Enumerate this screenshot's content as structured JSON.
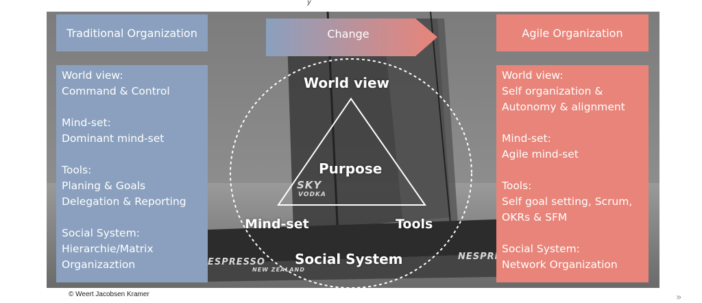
{
  "header_fragment": "y",
  "traditional": {
    "title": "Traditional Organization",
    "sections": [
      {
        "label": "World view:",
        "lines": [
          "Command & Control"
        ]
      },
      {
        "label": "Mind-set:",
        "lines": [
          "Dominant mind-set"
        ]
      },
      {
        "label": "Tools:",
        "lines": [
          "Planing & Goals",
          "Delegation & Reporting"
        ]
      },
      {
        "label": "Social System:",
        "lines": [
          "Hierarchie/Matrix",
          "Organizaztion"
        ]
      }
    ]
  },
  "change": {
    "label": "Change"
  },
  "agile": {
    "title": "Agile Organization",
    "sections": [
      {
        "label": "World view:",
        "lines": [
          "Self organization &",
          "Autonomy & alignment"
        ]
      },
      {
        "label": "Mind-set:",
        "lines": [
          "Agile mind-set"
        ]
      },
      {
        "label": "Tools:",
        "lines": [
          "Self goal setting, Scrum,",
          "OKRs & SFM"
        ]
      },
      {
        "label": "Social System:",
        "lines": [
          "Network Organization"
        ]
      }
    ]
  },
  "center": {
    "world_view": "World view",
    "purpose": "Purpose",
    "mind_set": "Mind-set",
    "tools": "Tools",
    "social_system": "Social System"
  },
  "background_text": {
    "sky_vodka": "SKY",
    "vodka": "VODKA",
    "nespresso_left": "ESPRESSO",
    "nespresso_right": "NESPRESSO",
    "new_zealand": "NEW ZEALAND"
  },
  "copyright": "© Weert Jacobsen Kramer",
  "colors": {
    "traditional": "#8aa0be",
    "agile": "#e88479"
  }
}
